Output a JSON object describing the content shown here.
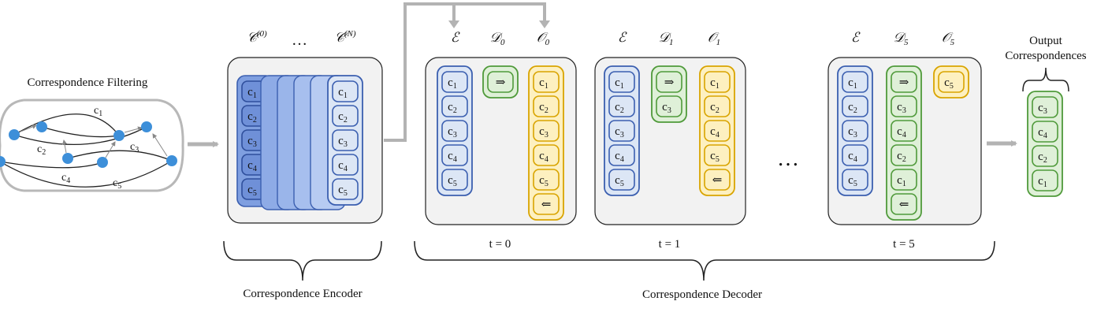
{
  "filtering": {
    "title": "Correspondence Filtering",
    "edge_labels": [
      "c",
      "c",
      "c",
      "c",
      "c"
    ],
    "edge_subs": [
      "1",
      "2",
      "3",
      "4",
      "5"
    ]
  },
  "encoder": {
    "label": "Correspondence Encoder",
    "header_c0": "𝒞",
    "header_c0_sup": "(0)",
    "header_dots": "…",
    "header_cn": "𝒞",
    "header_cn_sup": "(N)",
    "front_items": [
      "1",
      "2",
      "3",
      "4",
      "5"
    ],
    "back_items": [
      "1",
      "2",
      "3",
      "4",
      "5"
    ]
  },
  "decoder": {
    "label": "Correspondence Decoder",
    "ellipsis": "…",
    "steps": [
      {
        "time": "t = 0",
        "e_label": "ℰ",
        "d_label": "𝒟",
        "d_sub": "0",
        "o_label": "𝒪",
        "o_sub": "0",
        "E": [
          "1",
          "2",
          "3",
          "4",
          "5"
        ],
        "D": [
          "⇒"
        ],
        "O": [
          "1",
          "2",
          "3",
          "4",
          "5",
          "⇐"
        ]
      },
      {
        "time": "t = 1",
        "e_label": "ℰ",
        "d_label": "𝒟",
        "d_sub": "1",
        "o_label": "𝒪",
        "o_sub": "1",
        "E": [
          "1",
          "2",
          "3",
          "4",
          "5"
        ],
        "D": [
          "⇒",
          "3"
        ],
        "O": [
          "1",
          "2",
          "4",
          "5",
          "⇐"
        ]
      },
      {
        "time": "t = 5",
        "e_label": "ℰ",
        "d_label": "𝒟",
        "d_sub": "5",
        "o_label": "𝒪",
        "o_sub": "5",
        "E": [
          "1",
          "2",
          "3",
          "4",
          "5"
        ],
        "D": [
          "⇒",
          "3",
          "4",
          "2",
          "1",
          "⇐"
        ],
        "O": [
          "5"
        ]
      }
    ]
  },
  "output": {
    "title_line1": "Output",
    "title_line2": "Correspondences",
    "items": [
      "3",
      "4",
      "2",
      "1"
    ]
  },
  "colors": {
    "blue_fill": "#dce6f5",
    "blue_stroke": "#3b5fb0",
    "green_fill": "#dff0d8",
    "green_stroke": "#4f9a3a",
    "yellow_fill": "#fdf0c0",
    "yellow_stroke": "#d9a400",
    "panel_fill": "#f2f2f2",
    "arrow": "#b3b3b3",
    "node": "#3d8fd9"
  }
}
